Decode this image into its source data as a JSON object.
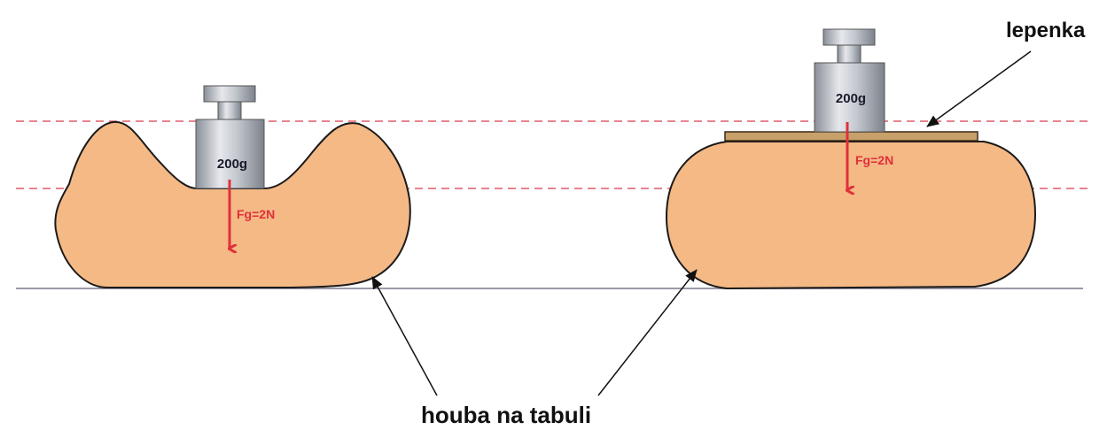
{
  "diagram": {
    "left_weight": {
      "mass_label": "200g",
      "force_label": "Fg=2N"
    },
    "right_weight": {
      "mass_label": "200g",
      "force_label": "Fg=2N"
    },
    "cardboard_label": "lepenka",
    "sponge_label": "houba na tabuli"
  },
  "colors": {
    "sponge": "#f4b985",
    "force_arrow": "#e0303a",
    "dashed_line": "#e05a6a",
    "cardboard": "#c8a06a",
    "ground": "#9a9aaa"
  }
}
